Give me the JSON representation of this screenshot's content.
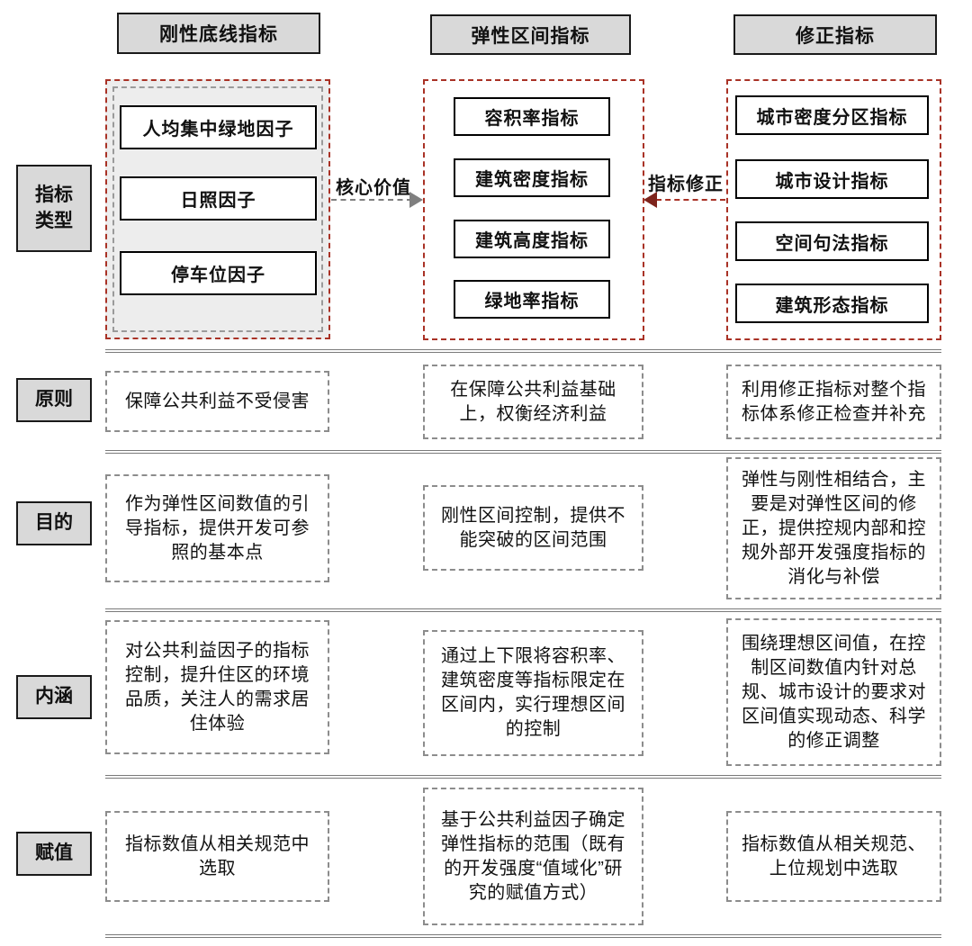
{
  "row_labels": {
    "type": "指标类型",
    "principle": "原则",
    "purpose": "目的",
    "connotation": "内涵",
    "assignment": "赋值"
  },
  "arrows": {
    "core_value_label": "核心价值",
    "correction_label": "指标修正"
  },
  "columns": [
    {
      "header": "刚性底线指标",
      "factors": [
        "人均集中绿地因子",
        "日照因子",
        "停车位因子"
      ],
      "principle": "保障公共利益不受侵害",
      "purpose": "作为弹性区间数值的引导指标，提供开发可参照的基本点",
      "connotation": "对公共利益因子的指标控制，提升住区的环境品质，关注人的需求居住体验",
      "assignment": "指标数值从相关规范中选取"
    },
    {
      "header": "弹性区间指标",
      "factors": [
        "容积率指标",
        "建筑密度指标",
        "建筑高度指标",
        "绿地率指标"
      ],
      "principle": "在保障公共利益基础上，权衡经济利益",
      "purpose": "刚性区间控制，提供不能突破的区间范围",
      "connotation": "通过上下限将容积率、建筑密度等指标限定在区间内，实行理想区间的控制",
      "assignment": "基于公共利益因子确定弹性指标的范围（既有的开发强度“值域化”研究的赋值方式）"
    },
    {
      "header": "修正指标",
      "factors": [
        "城市密度分区指标",
        "城市设计指标",
        "空间句法指标",
        "建筑形态指标"
      ],
      "principle": "利用修正指标对整个指标体系修正检查并补充",
      "purpose": "弹性与刚性相结合，主要是对弹性区间的修正，提供控规内部和控规外部开发强度指标的消化与补偿",
      "connotation": "围绕理想区间值，在控制区间数值内针对总规、城市设计的要求对区间值实现动态、科学的修正调整",
      "assignment": "指标数值从相关规范、上位规划中选取"
    }
  ],
  "colors": {
    "red_dashed": "#a93226",
    "arrow_gray": "#7f7f7f",
    "header_fill": "#d9d9d9",
    "container_fill": "#ededed",
    "dash_gray": "#8c8c8c"
  }
}
